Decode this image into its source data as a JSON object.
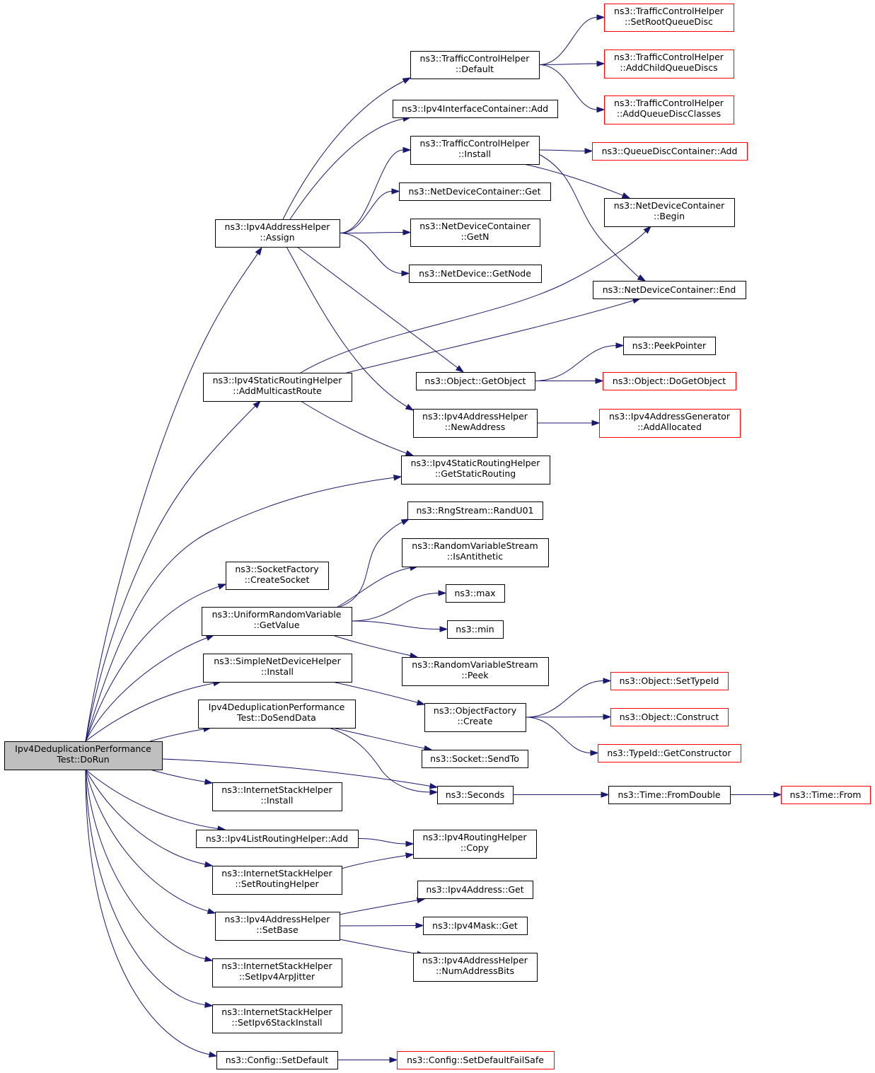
{
  "colors": {
    "edge": "#191970",
    "root_fill": "#bfbfbf",
    "node_border": "#000000",
    "truncated_border": "#ff0000"
  },
  "nodes": {
    "root": {
      "lines": [
        "Ipv4DeduplicationPerformance",
        "Test::DoRun"
      ],
      "style": "root"
    },
    "assign": {
      "lines": [
        "ns3::Ipv4AddressHelper",
        "::Assign"
      ],
      "style": "normal"
    },
    "addmc": {
      "lines": [
        "ns3::Ipv4StaticRoutingHelper",
        "::AddMulticastRoute"
      ],
      "style": "normal"
    },
    "createsock": {
      "lines": [
        "ns3::SocketFactory",
        "::CreateSocket"
      ],
      "style": "normal"
    },
    "urvget": {
      "lines": [
        "ns3::UniformRandomVariable",
        "::GetValue"
      ],
      "style": "normal"
    },
    "sndhinstall": {
      "lines": [
        "ns3::SimpleNetDeviceHelper",
        "::Install"
      ],
      "style": "normal"
    },
    "dosend": {
      "lines": [
        "Ipv4DeduplicationPerformance",
        "Test::DoSendData"
      ],
      "style": "normal"
    },
    "ishinstall": {
      "lines": [
        "ns3::InternetStackHelper",
        "::Install"
      ],
      "style": "normal"
    },
    "lrhadd": {
      "lines": [
        "ns3::Ipv4ListRoutingHelper::Add"
      ],
      "style": "normal"
    },
    "setrh": {
      "lines": [
        "ns3::InternetStackHelper",
        "::SetRoutingHelper"
      ],
      "style": "normal"
    },
    "setbase": {
      "lines": [
        "ns3::Ipv4AddressHelper",
        "::SetBase"
      ],
      "style": "normal"
    },
    "arpjit": {
      "lines": [
        "ns3::InternetStackHelper",
        "::SetIpv4ArpJitter"
      ],
      "style": "normal"
    },
    "v6inst": {
      "lines": [
        "ns3::InternetStackHelper",
        "::SetIpv6StackInstall"
      ],
      "style": "normal"
    },
    "cfgsetdef": {
      "lines": [
        "ns3::Config::SetDefault"
      ],
      "style": "normal"
    },
    "tchdefault": {
      "lines": [
        "ns3::TrafficControlHelper",
        "::Default"
      ],
      "style": "normal"
    },
    "iicadd": {
      "lines": [
        "ns3::Ipv4InterfaceContainer::Add"
      ],
      "style": "normal"
    },
    "tchinstall": {
      "lines": [
        "ns3::TrafficControlHelper",
        "::Install"
      ],
      "style": "normal"
    },
    "ndcget": {
      "lines": [
        "ns3::NetDeviceContainer::Get"
      ],
      "style": "normal"
    },
    "ndcgetn": {
      "lines": [
        "ns3::NetDeviceContainer",
        "::GetN"
      ],
      "style": "normal"
    },
    "ndgetnode": {
      "lines": [
        "ns3::NetDevice::GetNode"
      ],
      "style": "normal"
    },
    "objgetobj": {
      "lines": [
        "ns3::Object::GetObject"
      ],
      "style": "normal"
    },
    "newaddr": {
      "lines": [
        "ns3::Ipv4AddressHelper",
        "::NewAddress"
      ],
      "style": "normal"
    },
    "getstatic": {
      "lines": [
        "ns3::Ipv4StaticRoutingHelper",
        "::GetStaticRouting"
      ],
      "style": "normal"
    },
    "randu01": {
      "lines": [
        "ns3::RngStream::RandU01"
      ],
      "style": "normal"
    },
    "isanti": {
      "lines": [
        "ns3::RandomVariableStream",
        "::IsAntithetic"
      ],
      "style": "normal"
    },
    "max": {
      "lines": [
        "ns3::max"
      ],
      "style": "normal"
    },
    "min": {
      "lines": [
        "ns3::min"
      ],
      "style": "normal"
    },
    "peek": {
      "lines": [
        "ns3::RandomVariableStream",
        "::Peek"
      ],
      "style": "normal"
    },
    "ofcreate": {
      "lines": [
        "ns3::ObjectFactory",
        "::Create"
      ],
      "style": "normal"
    },
    "sendto": {
      "lines": [
        "ns3::Socket::SendTo"
      ],
      "style": "normal"
    },
    "seconds": {
      "lines": [
        "ns3::Seconds"
      ],
      "style": "normal"
    },
    "rhcopy": {
      "lines": [
        "ns3::Ipv4RoutingHelper",
        "::Copy"
      ],
      "style": "normal"
    },
    "ipv4get": {
      "lines": [
        "ns3::Ipv4Address::Get"
      ],
      "style": "normal"
    },
    "maskget": {
      "lines": [
        "ns3::Ipv4Mask::Get"
      ],
      "style": "normal"
    },
    "numbits": {
      "lines": [
        "ns3::Ipv4AddressHelper",
        "::NumAddressBits"
      ],
      "style": "normal"
    },
    "setroot": {
      "lines": [
        "ns3::TrafficControlHelper",
        "::SetRootQueueDisc"
      ],
      "style": "truncated"
    },
    "addchild": {
      "lines": [
        "ns3::TrafficControlHelper",
        "::AddChildQueueDiscs"
      ],
      "style": "truncated"
    },
    "addclasses": {
      "lines": [
        "ns3::TrafficControlHelper",
        "::AddQueueDiscClasses"
      ],
      "style": "truncated"
    },
    "qdcadd": {
      "lines": [
        "ns3::QueueDiscContainer::Add"
      ],
      "style": "truncated"
    },
    "ndcbegin": {
      "lines": [
        "ns3::NetDeviceContainer",
        "::Begin"
      ],
      "style": "normal"
    },
    "ndcend": {
      "lines": [
        "ns3::NetDeviceContainer::End"
      ],
      "style": "normal"
    },
    "peekptr": {
      "lines": [
        "ns3::PeekPointer"
      ],
      "style": "normal"
    },
    "dogetobj": {
      "lines": [
        "ns3::Object::DoGetObject"
      ],
      "style": "truncated"
    },
    "addalloc": {
      "lines": [
        "ns3::Ipv4AddressGenerator",
        "::AddAllocated"
      ],
      "style": "truncated"
    },
    "settypeid": {
      "lines": [
        "ns3::Object::SetTypeId"
      ],
      "style": "truncated"
    },
    "construct": {
      "lines": [
        "ns3::Object::Construct"
      ],
      "style": "truncated"
    },
    "getctor": {
      "lines": [
        "ns3::TypeId::GetConstructor"
      ],
      "style": "truncated"
    },
    "fromdouble": {
      "lines": [
        "ns3::Time::FromDouble"
      ],
      "style": "normal"
    },
    "timefrom": {
      "lines": [
        "ns3::Time::From"
      ],
      "style": "truncated"
    },
    "setdeffs": {
      "lines": [
        "ns3::Config::SetDefaultFailSafe"
      ],
      "style": "truncated"
    }
  },
  "edges": [
    [
      "root",
      "assign"
    ],
    [
      "root",
      "addmc"
    ],
    [
      "root",
      "getstatic"
    ],
    [
      "root",
      "createsock"
    ],
    [
      "root",
      "urvget"
    ],
    [
      "root",
      "sndhinstall"
    ],
    [
      "root",
      "dosend"
    ],
    [
      "root",
      "seconds"
    ],
    [
      "root",
      "ishinstall"
    ],
    [
      "root",
      "lrhadd"
    ],
    [
      "root",
      "setrh"
    ],
    [
      "root",
      "setbase"
    ],
    [
      "root",
      "arpjit"
    ],
    [
      "root",
      "v6inst"
    ],
    [
      "root",
      "cfgsetdef"
    ],
    [
      "assign",
      "tchdefault"
    ],
    [
      "assign",
      "iicadd"
    ],
    [
      "assign",
      "tchinstall"
    ],
    [
      "assign",
      "ndcget"
    ],
    [
      "assign",
      "ndcgetn"
    ],
    [
      "assign",
      "ndgetnode"
    ],
    [
      "assign",
      "objgetobj"
    ],
    [
      "assign",
      "newaddr"
    ],
    [
      "tchdefault",
      "setroot"
    ],
    [
      "tchdefault",
      "addchild"
    ],
    [
      "tchdefault",
      "addclasses"
    ],
    [
      "tchinstall",
      "qdcadd"
    ],
    [
      "tchinstall",
      "ndcbegin"
    ],
    [
      "tchinstall",
      "ndcend"
    ],
    [
      "addmc",
      "ndcbegin"
    ],
    [
      "addmc",
      "ndcend"
    ],
    [
      "addmc",
      "getstatic"
    ],
    [
      "objgetobj",
      "peekptr"
    ],
    [
      "objgetobj",
      "dogetobj"
    ],
    [
      "newaddr",
      "addalloc"
    ],
    [
      "urvget",
      "randu01"
    ],
    [
      "urvget",
      "isanti"
    ],
    [
      "urvget",
      "max"
    ],
    [
      "urvget",
      "min"
    ],
    [
      "urvget",
      "peek"
    ],
    [
      "sndhinstall",
      "ofcreate"
    ],
    [
      "dosend",
      "sendto"
    ],
    [
      "dosend",
      "seconds"
    ],
    [
      "ofcreate",
      "settypeid"
    ],
    [
      "ofcreate",
      "construct"
    ],
    [
      "ofcreate",
      "getctor"
    ],
    [
      "seconds",
      "fromdouble"
    ],
    [
      "fromdouble",
      "timefrom"
    ],
    [
      "lrhadd",
      "rhcopy"
    ],
    [
      "setrh",
      "rhcopy"
    ],
    [
      "setbase",
      "ipv4get"
    ],
    [
      "setbase",
      "maskget"
    ],
    [
      "setbase",
      "numbits"
    ],
    [
      "cfgsetdef",
      "setdeffs"
    ]
  ]
}
